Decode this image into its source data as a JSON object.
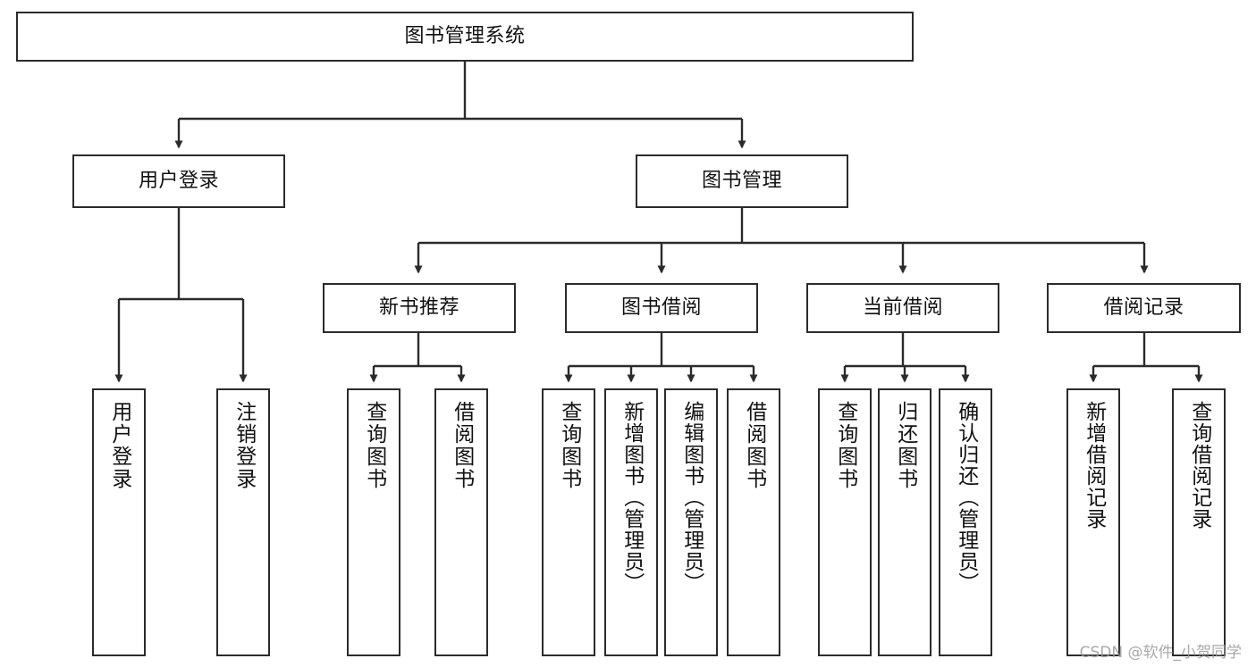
{
  "diagram": {
    "type": "tree",
    "title": "图书管理系统",
    "colors": {
      "border": "#2b2b2b",
      "background": "#ffffff",
      "text": "#111111",
      "watermark": "#9a9a9a"
    },
    "root": {
      "label": "图书管理系统"
    },
    "level2": [
      {
        "label": "用户登录"
      },
      {
        "label": "图书管理"
      }
    ],
    "level3": [
      {
        "label": "新书推荐"
      },
      {
        "label": "图书借阅"
      },
      {
        "label": "当前借阅"
      },
      {
        "label": "借阅记录"
      }
    ],
    "leaves": {
      "user_login": [
        {
          "label": "用户登录"
        },
        {
          "label": "注销登录"
        }
      ],
      "new_book_recommend": [
        {
          "label": "查询图书"
        },
        {
          "label": "借阅图书"
        }
      ],
      "book_borrow": [
        {
          "label": "查询图书"
        },
        {
          "label": "新增图书（管理员）"
        },
        {
          "label": "编辑图书（管理员）"
        },
        {
          "label": "借阅图书"
        }
      ],
      "current_borrow": [
        {
          "label": "查询图书"
        },
        {
          "label": "归还图书"
        },
        {
          "label": "确认归还（管理员）"
        }
      ],
      "borrow_record": [
        {
          "label": "新增借阅记录"
        },
        {
          "label": "查询借阅记录"
        }
      ]
    }
  },
  "watermark": {
    "text": "CSDN @软件_小贺同学"
  }
}
